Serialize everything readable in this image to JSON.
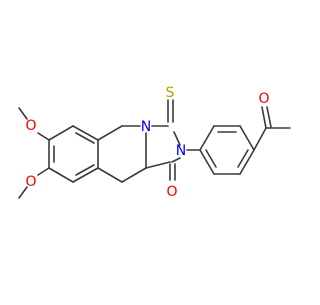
{
  "molecule": {
    "atom_labels": {
      "o_methoxy_upper": "O",
      "o_methoxy_lower": "O",
      "n_ring": "N",
      "n_amide": "N",
      "s_thione": "S",
      "o_carbonyl": "O",
      "o_acetyl": "O"
    }
  },
  "colors": {
    "bond": "#3a3a3a",
    "oxygen": "#ff0000",
    "nitrogen": "#0000ff",
    "sulfur": "#b8a000",
    "background": "#ffffff"
  }
}
